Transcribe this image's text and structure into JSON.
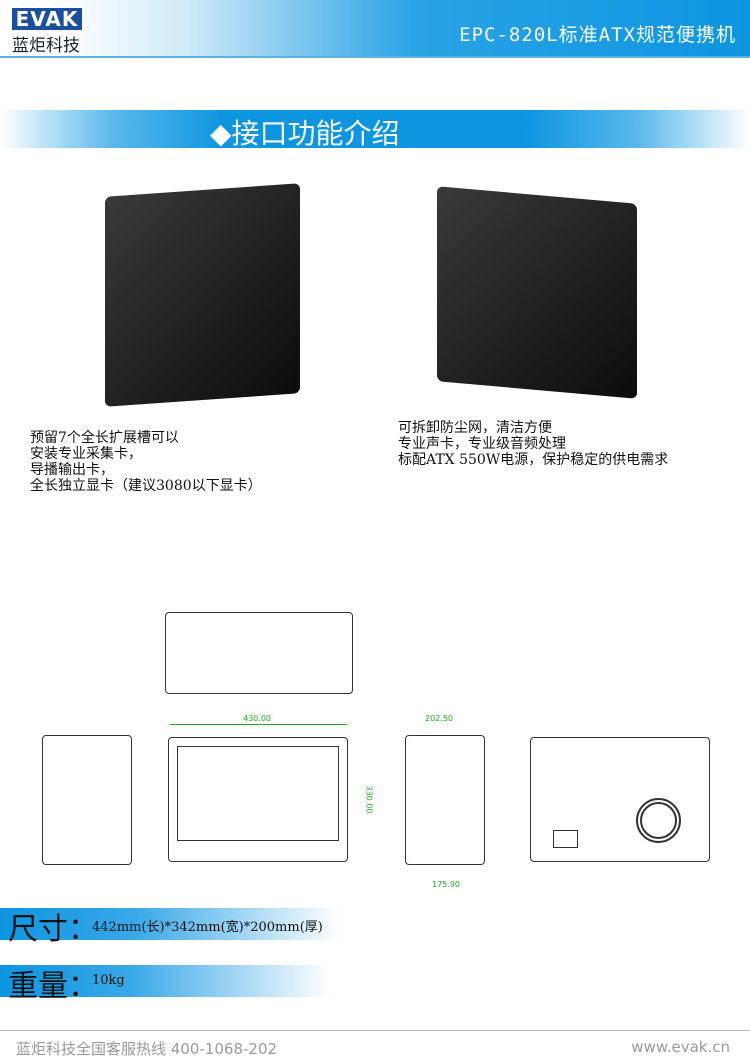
{
  "header": {
    "logo_text": "EVAK",
    "logo_cn": "蓝炬科技",
    "title": "EPC-820L标准ATX规范便携机"
  },
  "section": {
    "title": "◆接口功能介绍"
  },
  "features": {
    "left": "预留7个全长扩展槽可以\n安装专业采集卡，\n导播输出卡，\n全长独立显卡（建议3080以下显卡）",
    "right": "可拆卸防尘网，清洁方便\n专业声卡，专业级音频处理\n标配ATX 550W电源，保护稳定的供电需求"
  },
  "drawings": {
    "width_label": "430.00",
    "height_label": "330.00",
    "depth_label": "202.50",
    "depth_bottom_label": "175.90"
  },
  "specs": {
    "size_key": "尺寸：",
    "size_value": "442mm(长)*342mm(宽)*200mm(厚)",
    "weight_key": "重量：",
    "weight_value": "10kg"
  },
  "footer": {
    "hotline": "蓝炬科技全国客服热线  400-1068-202",
    "website": "www.evak.cn"
  },
  "colors": {
    "brand_blue": "#0d95e0",
    "logo_blue": "#1b4fa0",
    "dimension_green": "#2a2"
  }
}
